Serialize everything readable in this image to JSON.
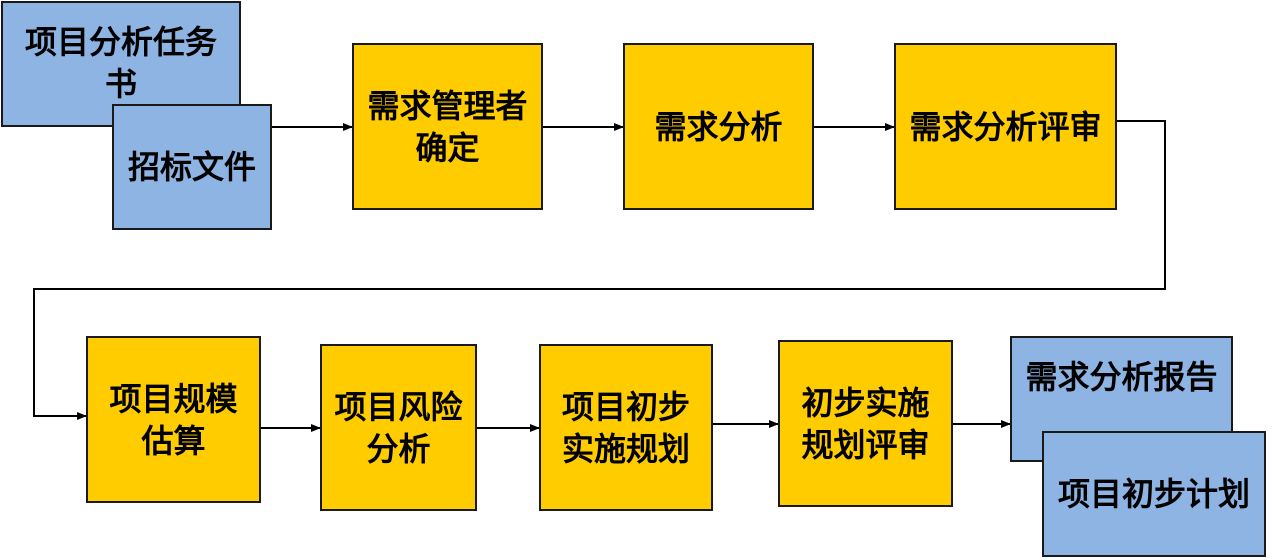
{
  "colors": {
    "input_box": "#8db4e3",
    "process_box": "#ffcc00",
    "line": "#000000"
  },
  "nodes": {
    "task_book": "项目分析任务书",
    "bid_docs": "招标文件",
    "req_manager": "需求管理者确定",
    "req_analysis": "需求分析",
    "req_review": "需求分析评审",
    "scale_estimate": "项目规模估算",
    "risk_analysis": "项目风险分析",
    "initial_plan": "项目初步实施规划",
    "plan_review": "初步实施规划评审",
    "req_report": "需求分析报告",
    "prelim_plan": "项目初步计划"
  }
}
